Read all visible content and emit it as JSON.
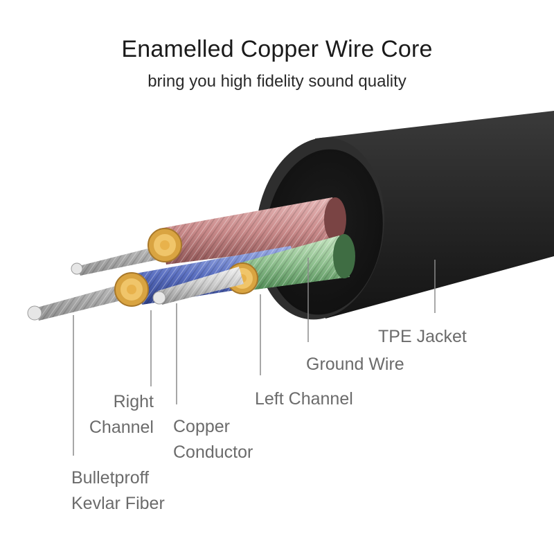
{
  "header": {
    "title": "Enamelled Copper Wire Core",
    "subtitle": "bring you high fidelity sound quality"
  },
  "labels": {
    "tpe_jacket": "TPE Jacket",
    "ground_wire": "Ground Wire",
    "left_channel": "Left Channel",
    "right_channel": [
      "Right",
      "Channel"
    ],
    "copper_conductor": [
      "Copper",
      "Conductor"
    ],
    "kevlar_fiber": [
      "Bulletproff",
      "Kevlar Fiber"
    ]
  },
  "colors": {
    "jacket": "#2b2b2b",
    "red_channel": "#c98a8a",
    "green_channel": "#8fc08f",
    "blue_channel": "#5a6fc0",
    "copper": "#d9a441",
    "silver": "#c8c8c8",
    "leader_line": "#8a8a8a"
  }
}
